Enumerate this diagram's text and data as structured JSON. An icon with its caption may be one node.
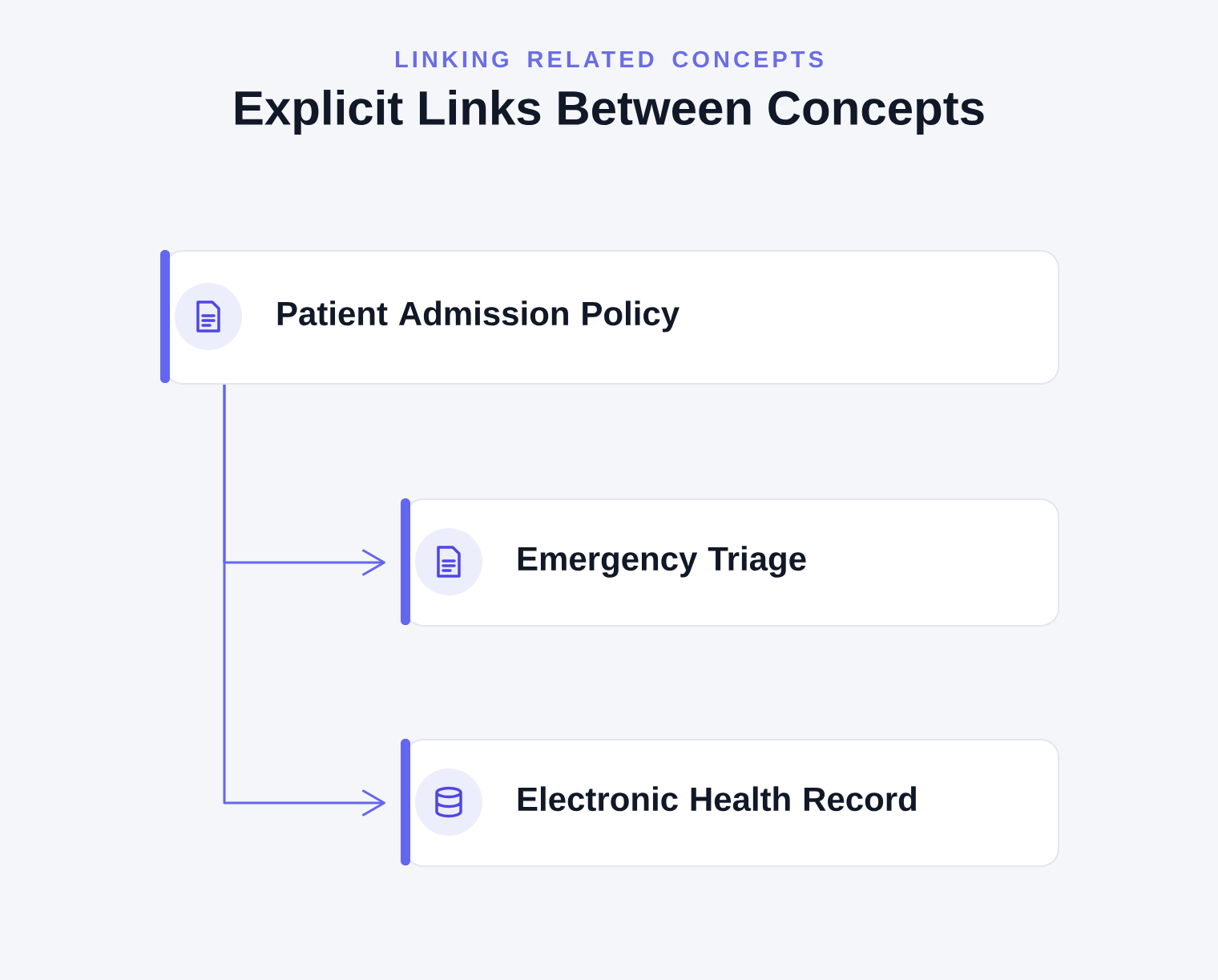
{
  "diagram": {
    "title": "Explicit Links Between Concepts",
    "labels": [
      "LINKING RELATED CONCEPTS"
    ],
    "nodes": [
      {
        "text": [
          "Patient Admission Policy"
        ]
      },
      {
        "text": [
          "Emergency Triage"
        ]
      },
      {
        "text": [
          "Electronic Health Record"
        ]
      }
    ],
    "edges": [
      {
        "from": 0,
        "to": 1,
        "arrow": "to"
      },
      {
        "from": 0,
        "to": 2,
        "arrow": "to"
      }
    ]
  }
}
